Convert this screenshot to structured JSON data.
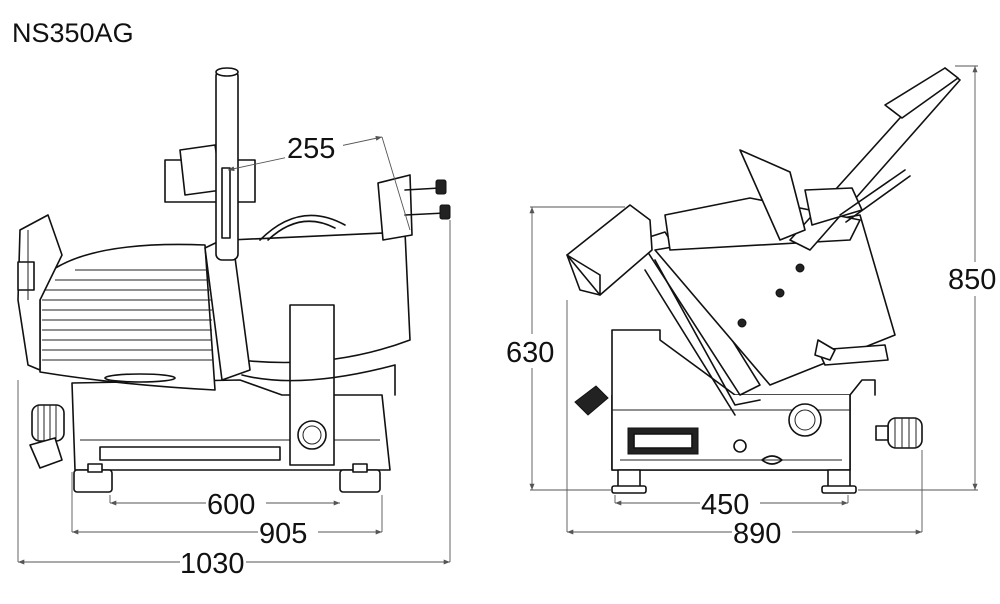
{
  "model": "NS350AG",
  "front_view": {
    "dim_top": "255",
    "dim_inner": "600",
    "dim_middle": "905",
    "dim_overall": "1030"
  },
  "side_view": {
    "dim_height_base": "630",
    "dim_height_total": "850",
    "dim_inner": "450",
    "dim_overall": "890"
  }
}
